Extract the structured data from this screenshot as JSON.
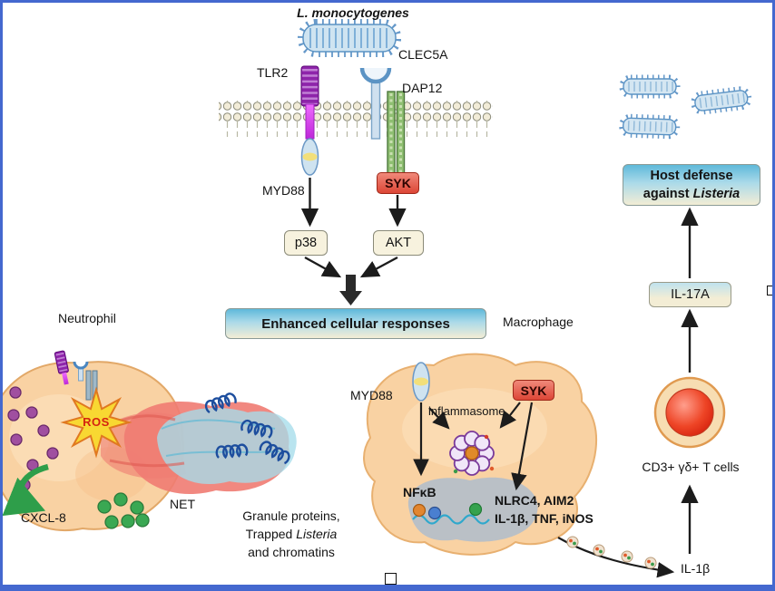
{
  "figure": {
    "bacterium": "L. monocytogenes",
    "receptors": {
      "tlr2": "TLR2",
      "clec5a": "CLEC5A",
      "dap12": "DAP12",
      "myd88": "MYD88",
      "syk": "SYK"
    },
    "kinases": {
      "p38": "p38",
      "akt": "AKT"
    },
    "response": "Enhanced cellular responses"
  },
  "neutrophil": {
    "label": "Neutrophil",
    "ros": "ROS",
    "cxcl8": "CXCL-8",
    "net": "NET",
    "caption_line1": "Granule proteins,",
    "caption_line2_prefix": "Trapped",
    "caption_line2_italic": "Listeria",
    "caption_line3": "and chromatins"
  },
  "macrophage": {
    "label": "Macrophage",
    "myd88": "MYD88",
    "syk": "SYK",
    "inflammasome": "inflammasome",
    "nfkb": "NFκB",
    "sensors": "NLRC4, AIM2",
    "cytokines": "IL-1β, TNF, iNOS"
  },
  "host_response": {
    "il1b": "IL-1β",
    "tcells": "CD3+ γδ+ T cells",
    "il17a": "IL-17A",
    "host_defense_line1": "Host defense",
    "host_defense_prefix": "against",
    "host_defense_italic": "Listeria"
  },
  "colors": {
    "frame_blue": "#4468cf",
    "syk_red": "#dd4636",
    "box_cream": "#f7f2de",
    "response_blue": "#5eb9da",
    "cell_orange": "#f9d2a3",
    "nucleus_gray": "#b6bfc8",
    "ros_yellow": "#f8d832",
    "granule_purple": "#a04fa0",
    "secretion_green": "#3aa853",
    "bacterium_blue": "#cfe4f1"
  }
}
